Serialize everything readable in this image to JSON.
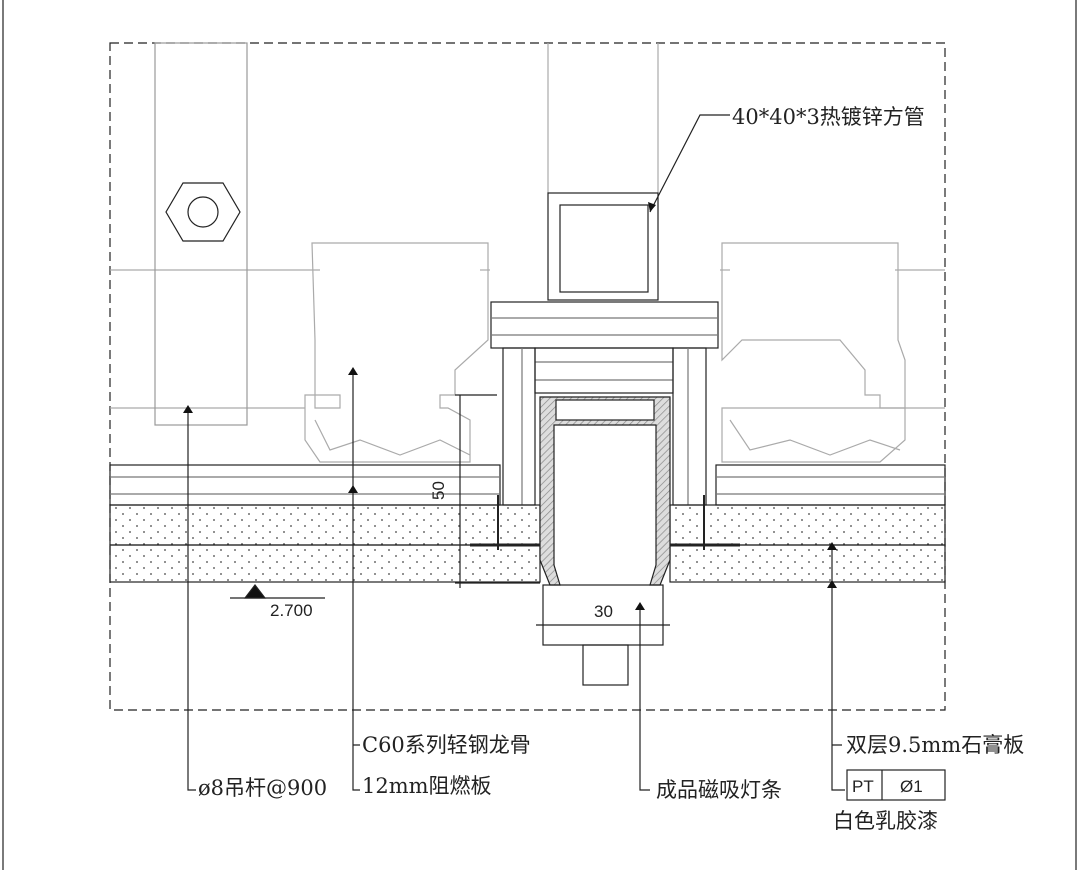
{
  "labels": {
    "tube": "40*40*3热镀锌方管",
    "hanger": "ø8吊杆@900",
    "keel": "C60系列轻钢龙骨",
    "fire_board": "12mm阻燃板",
    "light_strip": "成品磁吸灯条",
    "gypsum": "双层9.5mm石膏板",
    "paint_code_left": "PT",
    "paint_code_right": "Ø1",
    "paint": "白色乳胶漆"
  },
  "dimensions": {
    "elevation": "2.700",
    "height": "50",
    "width": "30"
  }
}
